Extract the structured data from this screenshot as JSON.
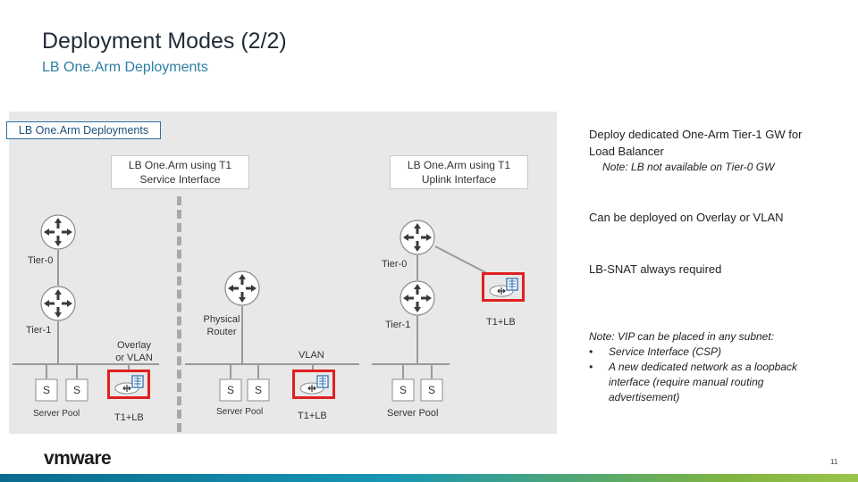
{
  "slide": {
    "title": "Deployment Modes (2/2)",
    "subtitle": "LB One.Arm Deployments",
    "page_number": "11",
    "logo_text": "vmware"
  },
  "diagram": {
    "panel_label": "LB One.Arm Deployments",
    "scenario_left": {
      "line1": "LB One.Arm using T1",
      "line2": "Service Interface"
    },
    "scenario_right": {
      "line1": "LB One.Arm using T1",
      "line2": "Uplink Interface"
    },
    "labels": {
      "tier0_left": "Tier-0",
      "tier1_left": "Tier-1",
      "overlay_line1": "Overlay",
      "overlay_line2": "or VLAN",
      "physical_line1": "Physical",
      "physical_line2": "Router",
      "vlan": "VLAN",
      "tier0_right": "Tier-0",
      "tier1_right": "Tier-1",
      "t1lb_right": "T1+LB",
      "t1lb_1": "T1+LB",
      "t1lb_2": "T1+LB",
      "server_pool_1": "Server Pool",
      "server_pool_2": "Server Pool",
      "server_pool_3": "Server Pool",
      "server_letter": "S"
    }
  },
  "notes": {
    "point1_line1": "Deploy dedicated One-Arm Tier-1 GW for",
    "point1_line2": "Load Balancer",
    "point1_note": "Note:  LB not available on Tier-0 GW",
    "point2": "Can be deployed on Overlay or VLAN",
    "point3": "LB-SNAT always required",
    "vip_title": "Note: VIP can be placed in any subnet:",
    "vip_bullet_symbol": "•",
    "vip_bullet1": "Service Interface (CSP)",
    "vip_bullet2_line1": "A new dedicated network as a loopback",
    "vip_bullet2_line2": "interface (require manual routing",
    "vip_bullet2_line3": "advertisement)"
  },
  "colors": {
    "accent_blue": "#2e7da3",
    "router_fill": "#ffffff",
    "router_stroke": "#8c8c8c",
    "highlight_red": "#e02020",
    "lb_icon_blue": "#2f6fb0"
  }
}
